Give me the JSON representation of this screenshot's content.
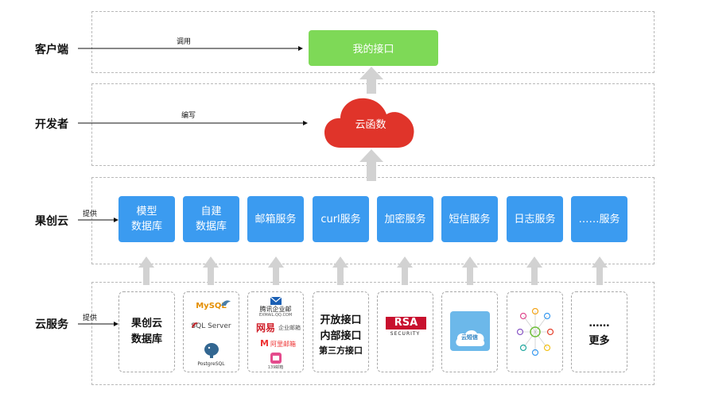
{
  "rows": {
    "client": "客户端",
    "developer": "开发者",
    "guochuangyun": "果创云",
    "cloud": "云服务"
  },
  "arrows": {
    "call": "调用",
    "write": "编写",
    "provide1": "提供",
    "provide2": "提供"
  },
  "top": {
    "my_api": "我的接口",
    "cloud_function": "云函数"
  },
  "services": [
    {
      "label": "模型\n数据库"
    },
    {
      "label": "自建\n数据库"
    },
    {
      "label": "邮箱服务"
    },
    {
      "label": "curl服务"
    },
    {
      "label": "加密服务"
    },
    {
      "label": "短信服务"
    },
    {
      "label": "日志服务"
    },
    {
      "label": "……服务"
    }
  ],
  "bases": {
    "db": "果创云\n数据库",
    "api_line1": "开放接口",
    "api_line2": "内部接口",
    "api_line3": "第三方接口",
    "more_line1": "……",
    "more_line2": "更多"
  },
  "logos": {
    "mysql": "MySQL",
    "sqlserver": "SQL Server",
    "postgres": "PostgreSQL",
    "tencent_mail": "腾讯企业邮",
    "tencent_mail_sub": "EXMAIL.QQ.COM",
    "netease": "网易",
    "netease_sub": "企业邮箱",
    "aliyun_mail": "阿里邮箱",
    "mail_139": "139邮箱",
    "rsa": "RSA",
    "rsa_sub": "SECURITY",
    "sms": "云短信"
  },
  "colors": {
    "green": "#7ed957",
    "blue": "#3b9bf0",
    "red": "#e0342a",
    "arrow_gray": "#d2d2d2"
  }
}
